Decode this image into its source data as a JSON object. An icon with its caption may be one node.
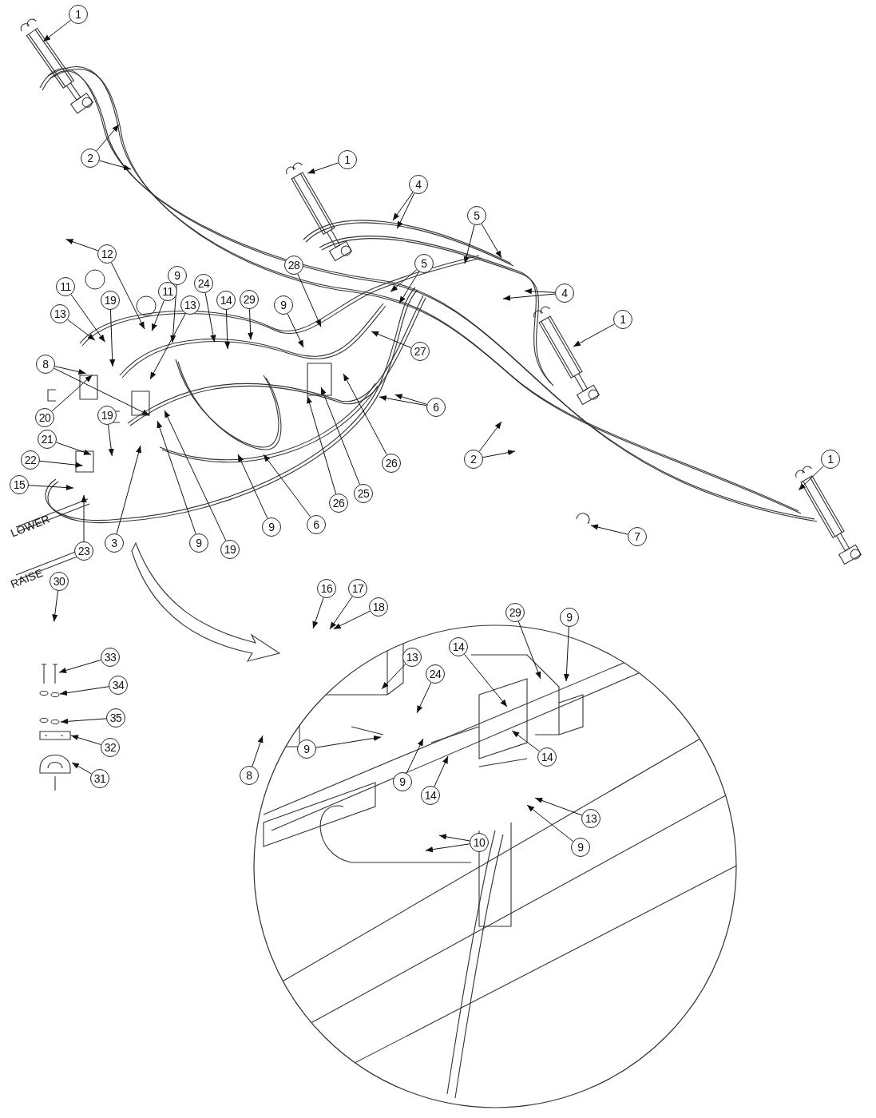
{
  "diagram": {
    "nodes": [
      {
        "text": [
          "1"
        ]
      },
      {
        "text": [
          "2"
        ]
      },
      {
        "text": [
          "1"
        ]
      },
      {
        "text": [
          "4"
        ]
      },
      {
        "text": [
          "5"
        ]
      },
      {
        "text": [
          "12"
        ]
      },
      {
        "text": [
          "28"
        ]
      },
      {
        "text": [
          "5"
        ]
      },
      {
        "text": [
          "9"
        ]
      },
      {
        "text": [
          "24"
        ]
      },
      {
        "text": [
          "11"
        ]
      },
      {
        "text": [
          "4"
        ]
      },
      {
        "text": [
          "11"
        ]
      },
      {
        "text": [
          "14"
        ]
      },
      {
        "text": [
          "29"
        ]
      },
      {
        "text": [
          "19"
        ]
      },
      {
        "text": [
          "13"
        ]
      },
      {
        "text": [
          "9"
        ]
      },
      {
        "text": [
          "13"
        ]
      },
      {
        "text": [
          "1"
        ]
      },
      {
        "text": [
          "27"
        ]
      },
      {
        "text": [
          "8"
        ]
      },
      {
        "text": [
          "6"
        ]
      },
      {
        "text": [
          "20"
        ]
      },
      {
        "text": [
          "19"
        ]
      },
      {
        "text": [
          "21"
        ]
      },
      {
        "text": [
          "22"
        ]
      },
      {
        "text": [
          "2"
        ]
      },
      {
        "text": [
          "1"
        ]
      },
      {
        "text": [
          "26"
        ]
      },
      {
        "text": [
          "15"
        ]
      },
      {
        "text": [
          "25"
        ]
      },
      {
        "text": [
          "26"
        ]
      },
      {
        "text": [
          "9"
        ]
      },
      {
        "text": [
          "6"
        ]
      },
      {
        "text": [
          "3"
        ]
      },
      {
        "text": [
          "9"
        ]
      },
      {
        "text": [
          "19"
        ]
      },
      {
        "text": [
          "7"
        ]
      },
      {
        "text": [
          "23"
        ]
      },
      {
        "text": [
          "30"
        ]
      },
      {
        "text": [
          "16"
        ]
      },
      {
        "text": [
          "17"
        ]
      },
      {
        "text": [
          "18"
        ]
      },
      {
        "text": [
          "29"
        ]
      },
      {
        "text": [
          "9"
        ]
      },
      {
        "text": [
          "14"
        ]
      },
      {
        "text": [
          "33"
        ]
      },
      {
        "text": [
          "13"
        ]
      },
      {
        "text": [
          "24"
        ]
      },
      {
        "text": [
          "34"
        ]
      },
      {
        "text": [
          "35"
        ]
      },
      {
        "text": [
          "32"
        ]
      },
      {
        "text": [
          "9"
        ]
      },
      {
        "text": [
          "14"
        ]
      },
      {
        "text": [
          "8"
        ]
      },
      {
        "text": [
          "31"
        ]
      },
      {
        "text": [
          "9"
        ]
      },
      {
        "text": [
          "14"
        ]
      },
      {
        "text": [
          "13"
        ]
      },
      {
        "text": [
          "10"
        ]
      },
      {
        "text": [
          "9"
        ]
      },
      {
        "text": [],
        "shape": "bolt"
      },
      {
        "text": [],
        "shape": "washer"
      },
      {
        "text": [],
        "shape": "washer"
      },
      {
        "text": [],
        "shape": "plate"
      },
      {
        "text": [],
        "shape": "clamp"
      }
    ],
    "edges": [
      {
        "from": 0,
        "to": null,
        "arrow": "to"
      },
      {
        "from": 1,
        "to": null,
        "arrow": "to"
      },
      {
        "from": 1,
        "to": null,
        "arrow": "to"
      },
      {
        "from": 2,
        "to": null,
        "arrow": "to"
      },
      {
        "from": 3,
        "to": null,
        "arrow": "to"
      },
      {
        "from": 3,
        "to": null,
        "arrow": "to"
      },
      {
        "from": 4,
        "to": null,
        "arrow": "to"
      },
      {
        "from": 4,
        "to": null,
        "arrow": "to"
      },
      {
        "from": 5,
        "to": null,
        "arrow": "to"
      },
      {
        "from": 5,
        "to": null,
        "arrow": "to"
      },
      {
        "from": 6,
        "to": null,
        "arrow": "to"
      },
      {
        "from": 7,
        "to": null,
        "arrow": "to"
      },
      {
        "from": 7,
        "to": null,
        "arrow": "to"
      },
      {
        "from": 8,
        "to": null,
        "arrow": "to"
      },
      {
        "from": 9,
        "to": null,
        "arrow": "to"
      },
      {
        "from": 10,
        "to": null,
        "arrow": "to"
      },
      {
        "from": 11,
        "to": null,
        "arrow": "to"
      },
      {
        "from": 11,
        "to": null,
        "arrow": "to"
      },
      {
        "from": 12,
        "to": null,
        "arrow": "to"
      },
      {
        "from": 13,
        "to": null,
        "arrow": "to"
      },
      {
        "from": 14,
        "to": null,
        "arrow": "to"
      },
      {
        "from": 15,
        "to": null,
        "arrow": "to"
      },
      {
        "from": 16,
        "to": null,
        "arrow": "to"
      },
      {
        "from": 17,
        "to": null,
        "arrow": "to"
      },
      {
        "from": 18,
        "to": null,
        "arrow": "to"
      },
      {
        "from": 19,
        "to": null,
        "arrow": "to"
      },
      {
        "from": 20,
        "to": null,
        "arrow": "to"
      },
      {
        "from": 21,
        "to": null,
        "arrow": "to"
      },
      {
        "from": 21,
        "to": null,
        "arrow": "to"
      },
      {
        "from": 22,
        "to": null,
        "arrow": "to"
      },
      {
        "from": 22,
        "to": null,
        "arrow": "to"
      },
      {
        "from": 23,
        "to": null,
        "arrow": "to"
      },
      {
        "from": 24,
        "to": null,
        "arrow": "to"
      },
      {
        "from": 25,
        "to": null,
        "arrow": "to"
      },
      {
        "from": 26,
        "to": null,
        "arrow": "to"
      },
      {
        "from": 27,
        "to": null,
        "arrow": "to"
      },
      {
        "from": 27,
        "to": null,
        "arrow": "to"
      },
      {
        "from": 28,
        "to": null,
        "arrow": "to"
      },
      {
        "from": 29,
        "to": null,
        "arrow": "to"
      },
      {
        "from": 30,
        "to": null,
        "arrow": "to"
      },
      {
        "from": 31,
        "to": null,
        "arrow": "to"
      },
      {
        "from": 32,
        "to": null,
        "arrow": "to"
      },
      {
        "from": 33,
        "to": null,
        "arrow": "to"
      },
      {
        "from": 34,
        "to": null,
        "arrow": "to"
      },
      {
        "from": 35,
        "to": null,
        "arrow": "to"
      },
      {
        "from": 36,
        "to": null,
        "arrow": "to"
      },
      {
        "from": 37,
        "to": null,
        "arrow": "to"
      },
      {
        "from": 38,
        "to": null,
        "arrow": "to"
      },
      {
        "from": 39,
        "to": null,
        "arrow": "to"
      },
      {
        "from": 40,
        "to": null,
        "arrow": "to"
      },
      {
        "from": 41,
        "to": null,
        "arrow": "to"
      },
      {
        "from": 42,
        "to": null,
        "arrow": "to"
      },
      {
        "from": 43,
        "to": null,
        "arrow": "to"
      },
      {
        "from": 44,
        "to": null,
        "arrow": "to"
      },
      {
        "from": 45,
        "to": null,
        "arrow": "to"
      },
      {
        "from": 46,
        "to": null,
        "arrow": "to"
      },
      {
        "from": 47,
        "to": 62,
        "arrow": "to"
      },
      {
        "from": 48,
        "to": null,
        "arrow": "to"
      },
      {
        "from": 49,
        "to": null,
        "arrow": "to"
      },
      {
        "from": 50,
        "to": 63,
        "arrow": "to"
      },
      {
        "from": 51,
        "to": 64,
        "arrow": "to"
      },
      {
        "from": 52,
        "to": 65,
        "arrow": "to"
      },
      {
        "from": 53,
        "to": null,
        "arrow": "to"
      },
      {
        "from": 54,
        "to": null,
        "arrow": "to"
      },
      {
        "from": 55,
        "to": null,
        "arrow": "to"
      },
      {
        "from": 56,
        "to": 66,
        "arrow": "to"
      },
      {
        "from": 57,
        "to": null,
        "arrow": "to"
      },
      {
        "from": 58,
        "to": null,
        "arrow": "to"
      },
      {
        "from": 59,
        "to": null,
        "arrow": "to"
      },
      {
        "from": 60,
        "to": null,
        "arrow": "to"
      },
      {
        "from": 60,
        "to": null,
        "arrow": "to"
      },
      {
        "from": 61,
        "to": null,
        "arrow": "to"
      }
    ],
    "labels": [
      "LOWER",
      "RAISE"
    ]
  }
}
